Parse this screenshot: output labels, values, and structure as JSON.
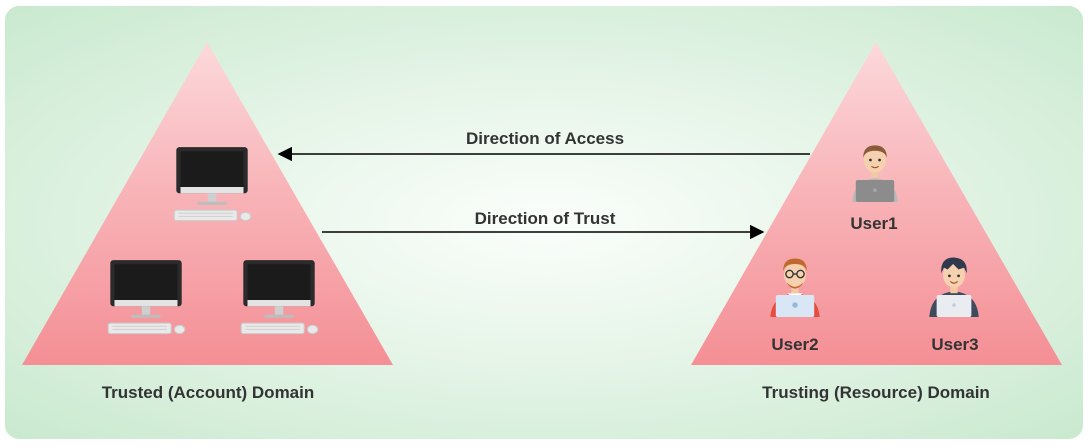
{
  "diagram": {
    "access_label": "Direction of Access",
    "trust_label": "Direction of Trust",
    "left_domain_label": "Trusted (Account) Domain",
    "right_domain_label": "Trusting (Resource) Domain",
    "users": [
      {
        "label": "User1"
      },
      {
        "label": "User2"
      },
      {
        "label": "User3"
      }
    ],
    "icons": [
      "computer-icon",
      "computer-icon",
      "computer-icon",
      "user-laptop-icon",
      "user-laptop-icon",
      "user-laptop-icon"
    ],
    "colors": {
      "triangle": "#f59a9e",
      "background": "#d2ecd6",
      "arrow": "#000000",
      "text": "#333333"
    }
  }
}
